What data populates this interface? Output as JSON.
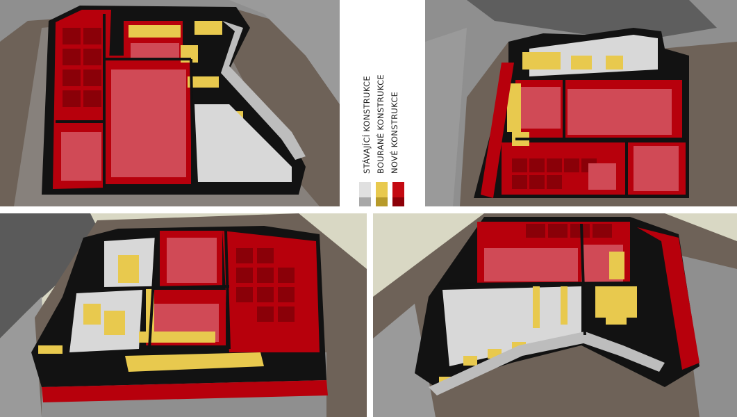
{
  "legend": {
    "existing": {
      "label": "STÁVAJÍCÍ KONSTRUKCE",
      "color": "#d8d8d8",
      "shade": "#a8a8a8"
    },
    "demolished": {
      "label": "BOURANÉ KONSTRUKCE",
      "color": "#e8c94e",
      "shade": "#b79a2a"
    },
    "new": {
      "label": "NOVÉ KONSTRUKCE",
      "color": "#c40a12",
      "shade": "#8d0008"
    }
  },
  "colors": {
    "terrain": "#6e6258",
    "ground": "#d9d8c4",
    "rock": "#8e8e8e",
    "wall": "#111111",
    "floor_new": "#d04a56",
    "floor_existing": "#dddddd"
  }
}
